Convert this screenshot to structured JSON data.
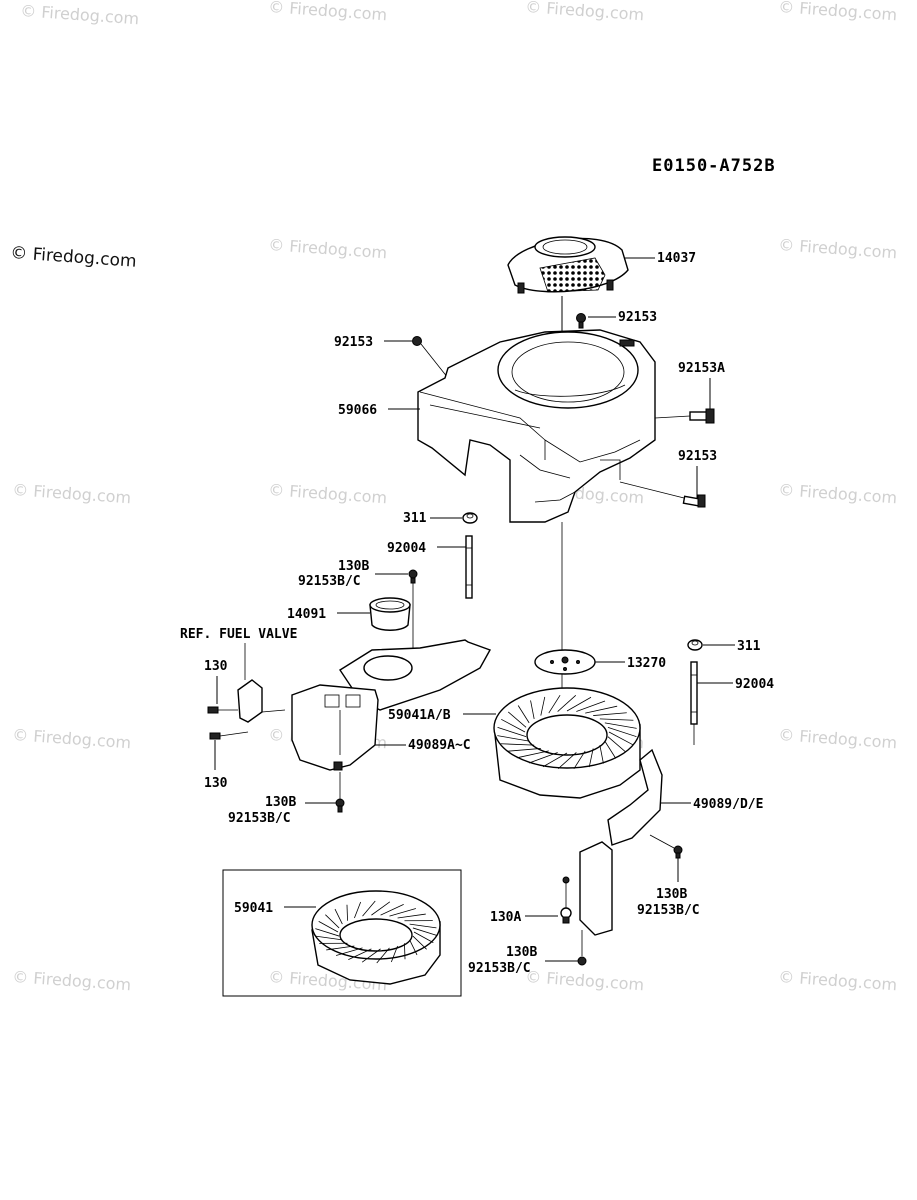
{
  "diagram_code": "E0150-A752B",
  "watermark": {
    "text": "© Firedog.com"
  },
  "labels": {
    "p14037": "14037",
    "p92153_top": "92153",
    "p92153_left": "92153",
    "p92153A": "92153A",
    "p92153_right": "92153",
    "p59066": "59066",
    "p311_a": "311",
    "p92004_a": "92004",
    "p130B_a": "130B",
    "p92153BC_a": "92153B/C",
    "p14091": "14091",
    "ref_fuel_valve": "REF. FUEL  VALVE",
    "p130_top": "130",
    "p130_bottom": "130",
    "p49089AC": "49089A~C",
    "p130B_b": "130B",
    "p92153BC_b": "92153B/C",
    "p13270": "13270",
    "p311_b": "311",
    "p92004_b": "92004",
    "p59041AB": "59041A/B",
    "p49089DE": "49089/D/E",
    "p130B_c": "130B",
    "p92153BC_c": "92153B/C",
    "p130A": "130A",
    "p130B_d": "130B",
    "p92153BC_d": "92153B/C",
    "p59041": "59041"
  },
  "icons": [
    "bolt-icon",
    "nut-icon",
    "stud-icon",
    "fan-icon",
    "shroud-icon",
    "screen-icon",
    "plate-icon"
  ]
}
